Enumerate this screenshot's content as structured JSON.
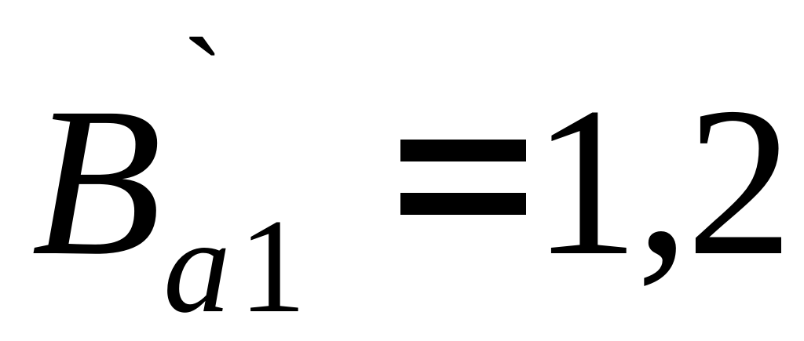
{
  "formula": {
    "variable": "B",
    "accent": "`",
    "subscript_letter": "a",
    "subscript_digit": "1",
    "operator": "=",
    "value": "1,2"
  }
}
